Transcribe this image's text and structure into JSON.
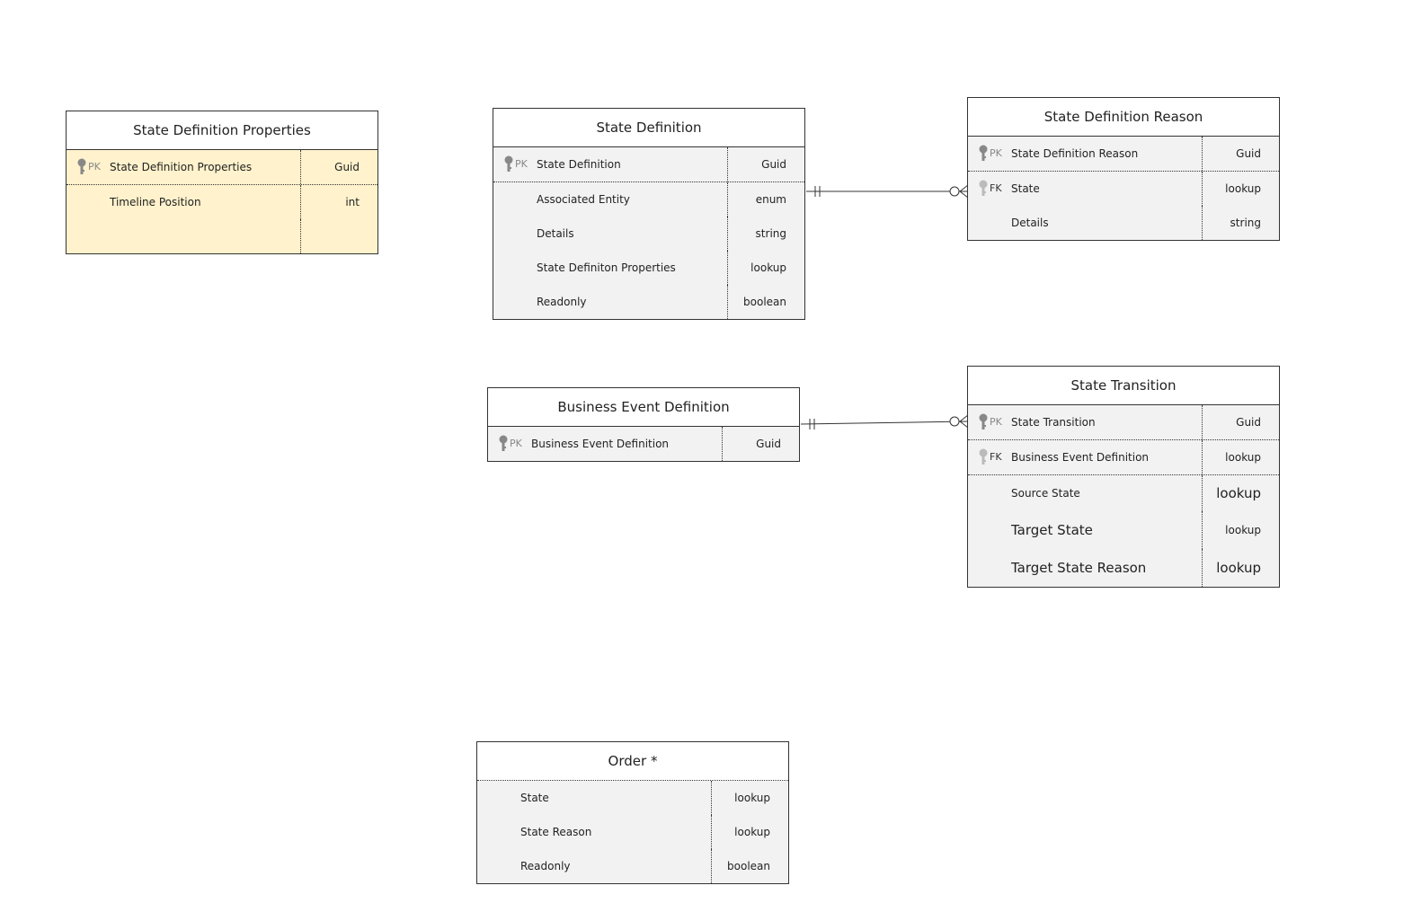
{
  "entities": {
    "sdp": {
      "title": "State Definition Properties",
      "rows": [
        {
          "key": "PK",
          "name": "State Definition Properties",
          "type": "Guid"
        },
        {
          "key": "",
          "name": "Timeline Position",
          "type": "int"
        }
      ]
    },
    "sd": {
      "title": "State Definition",
      "rows": [
        {
          "key": "PK",
          "name": "State Definition",
          "type": "Guid"
        },
        {
          "key": "",
          "name": "Associated Entity",
          "type": "enum"
        },
        {
          "key": "",
          "name": "Details",
          "type": "string"
        },
        {
          "key": "",
          "name": "State Definiton Properties",
          "type": "lookup"
        },
        {
          "key": "",
          "name": "Readonly",
          "type": "boolean"
        }
      ]
    },
    "sdr": {
      "title": "State Definition Reason",
      "rows": [
        {
          "key": "PK",
          "name": "State Definition Reason",
          "type": "Guid"
        },
        {
          "key": "FK",
          "name": "State",
          "type": "lookup"
        },
        {
          "key": "",
          "name": "Details",
          "type": "string"
        }
      ]
    },
    "bed": {
      "title": "Business Event Definition",
      "rows": [
        {
          "key": "PK",
          "name": "Business Event Definition",
          "type": "Guid"
        }
      ]
    },
    "st": {
      "title": "State Transition",
      "rows": [
        {
          "key": "PK",
          "name": "State Transition",
          "type": "Guid"
        },
        {
          "key": "FK",
          "name": "Business Event Definition",
          "type": "lookup"
        },
        {
          "key": "",
          "name": "Source State",
          "type": "lookup"
        },
        {
          "key": "",
          "name": "Target State",
          "type": "lookup"
        },
        {
          "key": "",
          "name": "Target State Reason",
          "type": "lookup"
        }
      ]
    },
    "order": {
      "title": "Order *",
      "rows": [
        {
          "key": "",
          "name": "State",
          "type": "lookup"
        },
        {
          "key": "",
          "name": "State Reason",
          "type": "lookup"
        },
        {
          "key": "",
          "name": "Readonly",
          "type": "boolean"
        }
      ]
    }
  },
  "relationships": [
    {
      "from": "State Definition",
      "to": "State Definition Reason",
      "from_cardinality": "one-and-only-one",
      "to_cardinality": "zero-or-many"
    },
    {
      "from": "Business Event Definition",
      "to": "State Transition",
      "from_cardinality": "one-and-only-one",
      "to_cardinality": "zero-or-many"
    }
  ],
  "colors": {
    "highlight_fill": "#fff2cc",
    "table_fill": "#f2f2f2",
    "border": "#333333",
    "pk_key_icon": "#888888",
    "fk_key_icon": "#bbbbbb"
  },
  "icons": {
    "primary_key": "key-icon",
    "foreign_key": "key-icon"
  }
}
